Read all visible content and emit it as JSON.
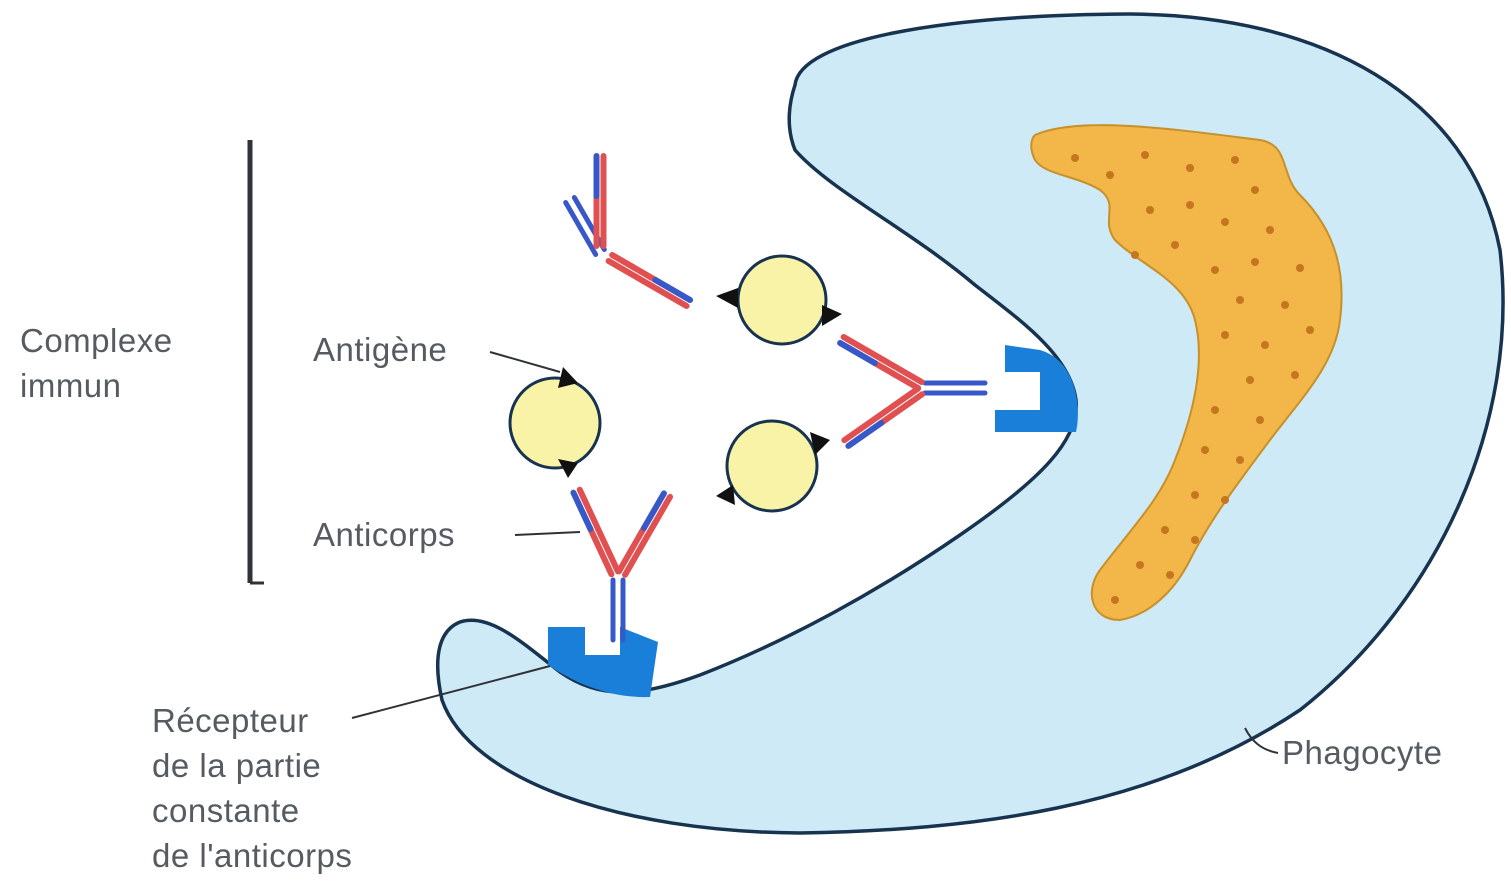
{
  "labels": {
    "complex": "Complexe\nimmun",
    "antigen": "Antigène",
    "antibody": "Anticorps",
    "receptor": "Récepteur\nde la partie\nconstante\nde l'anticorps",
    "phagocyte": "Phagocyte"
  },
  "colors": {
    "cell_fill": "#cdeaf6",
    "cell_outline": "#17334f",
    "vacuole_fill": "#f2b649",
    "vacuole_dots": "#c5761e",
    "antigen_fill": "#f8f3a7",
    "heavy_chain": "#3858c8",
    "light_chain": "#e05050",
    "receptor": "#1a7fd8",
    "label_text": "#555b61",
    "leader_line": "#2f3338"
  }
}
